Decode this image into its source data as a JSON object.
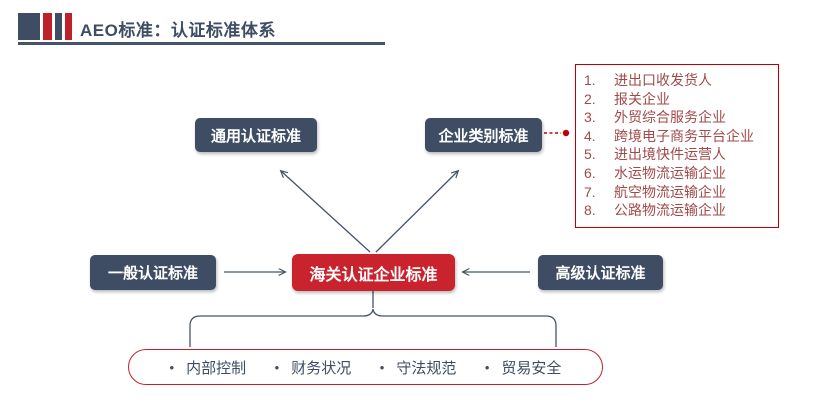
{
  "header": {
    "title": "AEO标准：认证标准体系"
  },
  "nodes": {
    "general_standard": {
      "label": "通用认证标准"
    },
    "category_standard": {
      "label": "企业类别标准"
    },
    "basic_standard": {
      "label": "一般认证标准"
    },
    "customs_standard": {
      "label": "海关认证企业标准"
    },
    "advanced_standard": {
      "label": "高级认证标准"
    }
  },
  "category_list": [
    "进出口收发货人",
    "报关企业",
    "外贸综合服务企业",
    "跨境电子商务平台企业",
    "进出境快件运营人",
    "水运物流运输企业",
    "航空物流运输企业",
    "公路物流运输企业"
  ],
  "criteria": [
    "内部控制",
    "财务状况",
    "守法规范",
    "贸易安全"
  ],
  "colors": {
    "slate": "#3E4D63",
    "accent_red": "#C9232D",
    "list_border_red": "#C00000",
    "list_text_red": "#A14A4A",
    "connector": "#44546A"
  }
}
